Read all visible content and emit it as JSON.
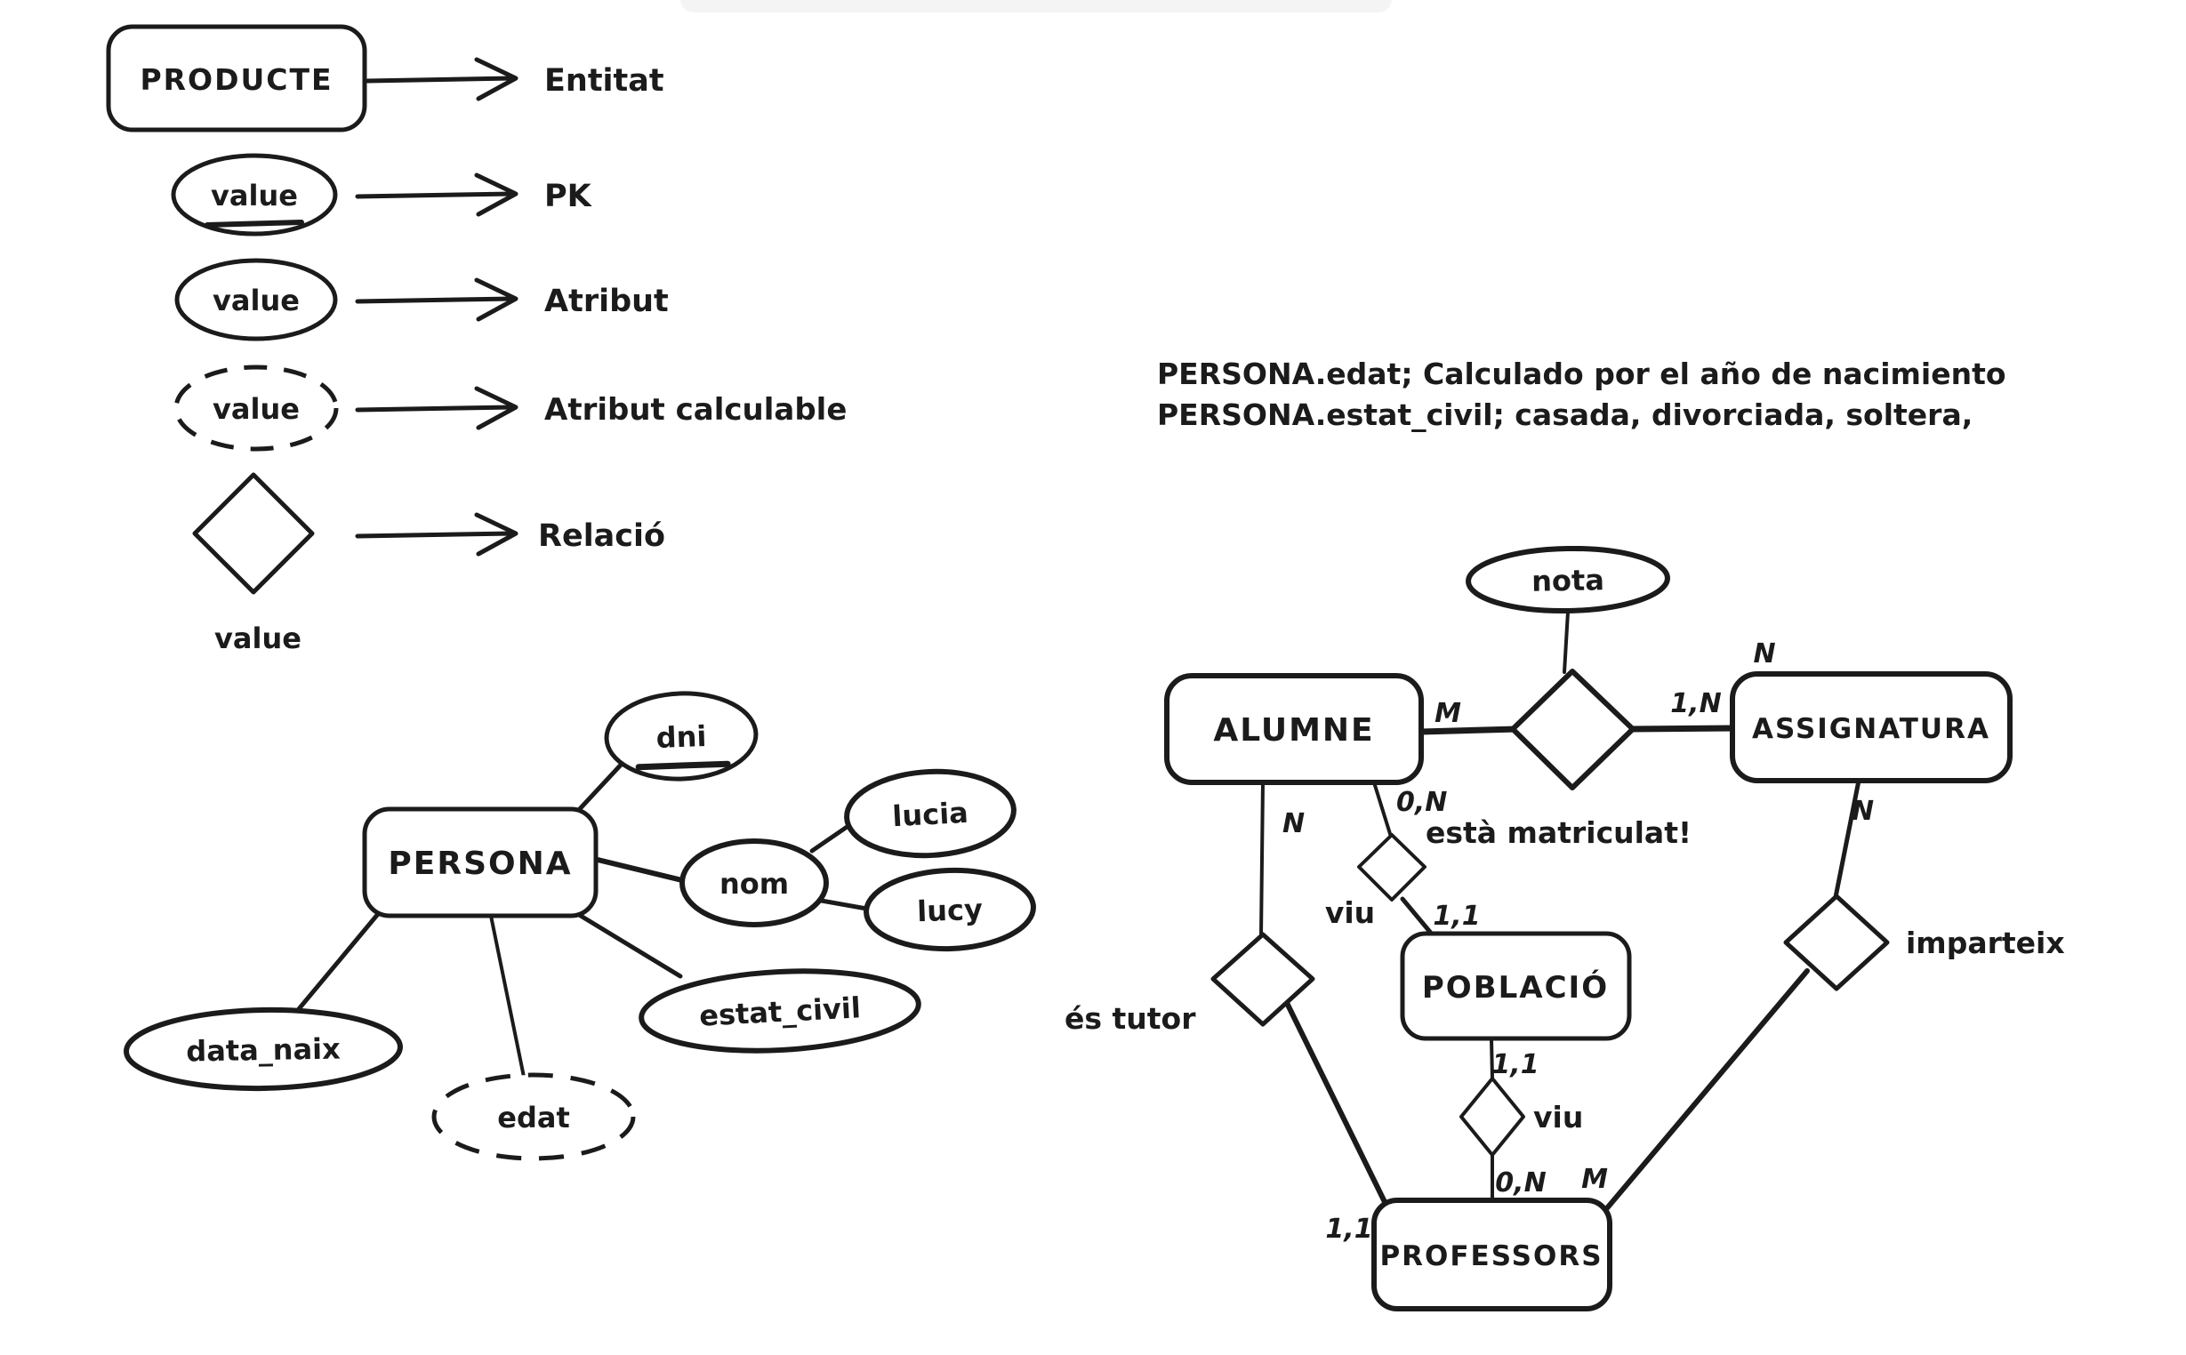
{
  "canvas": {
    "background": "#ffffff",
    "ink": "#1b1b1b"
  },
  "legend": {
    "entity_example": "PRODUCTE",
    "entity_label": "Entitat",
    "pk_value": "value",
    "pk_label": "PK",
    "attribute_value": "value",
    "attribute_label": "Atribut",
    "calculable_value": "value",
    "calculable_label": "Atribut calculable",
    "relation_label": "Relació",
    "relation_caption": "value"
  },
  "annotations": {
    "edat_note": "PERSONA.edat; Calculado por el año de nacimiento",
    "estat_civil_note": "PERSONA.estat_civil; casada, divorciada, soltera,"
  },
  "persona_diagram": {
    "entity": "PERSONA",
    "pk_attribute": "dni",
    "nom": "nom",
    "nom_value_1": "lucia",
    "nom_value_2": "lucy",
    "estat_civil": "estat_civil",
    "data_naix": "data_naix",
    "edat": "edat"
  },
  "school_diagram": {
    "alumne": "ALUMNE",
    "assignatura": "ASSIGNATURA",
    "poblacio": "POBLACIÓ",
    "professors": "PROFESSORS",
    "nota": "nota",
    "matriculat_label": "està matriculat!",
    "viu_label_1": "viu",
    "viu_label_2": "viu",
    "tutor_label": "és tutor",
    "imparteix_label": "imparteix",
    "cards": {
      "alumne_matricula": "M",
      "matricula_assignatura": "1,N",
      "assignatura_top": "N",
      "alumne_tutor": "N",
      "alumne_viu": "0,N",
      "viu_poblacio": "1,1",
      "poblacio_viu": "1,1",
      "viu_professors": "0,N",
      "imparteix_professors": "M",
      "professors_tutor": "1,1",
      "assignatura_imparteix": "N"
    }
  }
}
